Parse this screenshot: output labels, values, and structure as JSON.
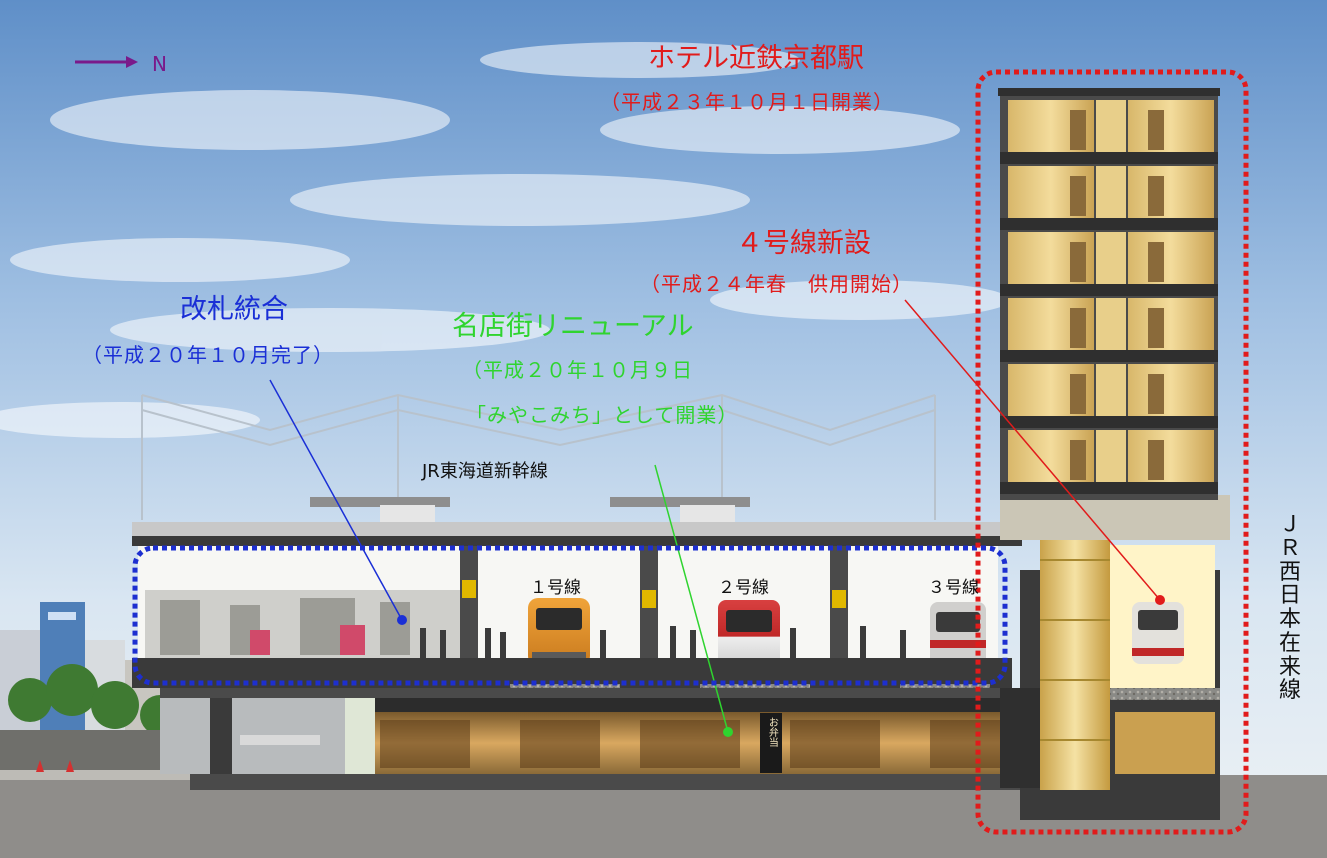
{
  "compass": {
    "label": "N",
    "arrow_color": "#7a1a8a"
  },
  "hotel": {
    "title": "ホテル近鉄京都駅",
    "subtitle": "（平成２３年１０月１日開業）",
    "color": "#e11b1b"
  },
  "line4": {
    "title": "４号線新設",
    "subtitle": "（平成２４年春　供用開始）",
    "color": "#e11b1b"
  },
  "gates": {
    "title": "改札統合",
    "subtitle": "（平成２０年１０月完了）",
    "color": "#1a2fd6"
  },
  "meitengai": {
    "title": "名店街リニューアル",
    "subtitle_1": "（平成２０年１０月９日",
    "subtitle_2": "「みやこみち」として開業）",
    "color": "#2fd42f"
  },
  "shinkansen": {
    "label": "JR東海道新幹線"
  },
  "jr_west": {
    "chars": [
      "Ｊ",
      "Ｒ",
      "西",
      "日",
      "本",
      "在",
      "来",
      "線"
    ]
  },
  "platforms": {
    "line1": "１号線",
    "line2": "２号線",
    "line3": "３号線"
  },
  "shop_sign": "お弁当"
}
